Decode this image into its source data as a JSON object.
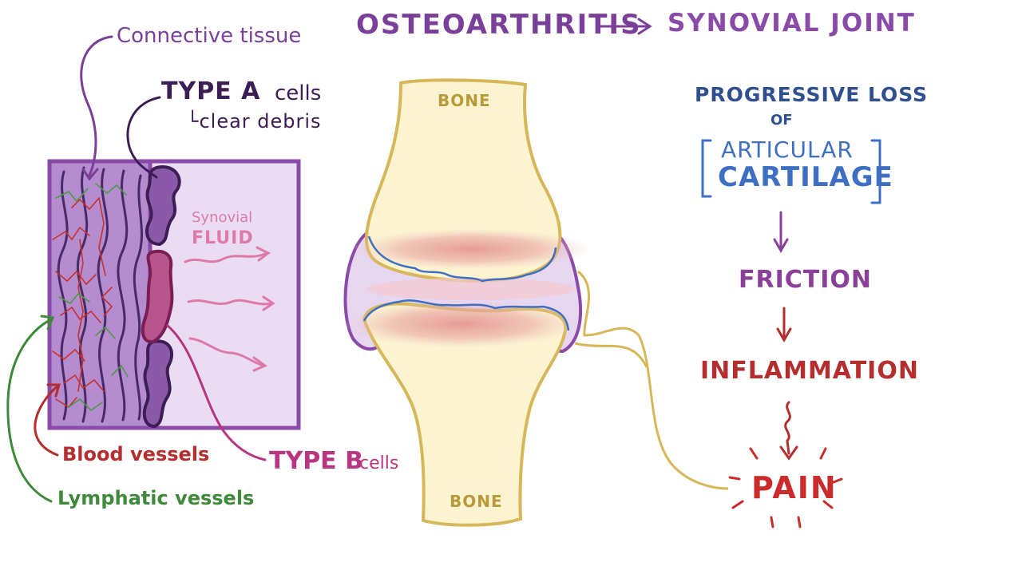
{
  "title": {
    "left": "OSTEOARTHRITIS",
    "right": "SYNOVIAL JOINT"
  },
  "labels": {
    "connective_tissue": "Connective tissue",
    "type_a": "TYPE A",
    "type_a_cells": "cells",
    "clear_debris": "clear debris",
    "synovial": "Synovial",
    "fluid": "FLUID",
    "bone_top": "BONE",
    "bone_bottom": "BONE",
    "blood_vessels": "Blood vessels",
    "lymphatic_vessels": "Lymphatic vessels",
    "type_b": "TYPE B",
    "type_b_cells": "cells"
  },
  "flow": {
    "progressive_loss": "PROGRESSIVE LOSS",
    "of": "OF",
    "articular": "ARTICULAR",
    "cartilage": "CARTILAGE",
    "friction": "FRICTION",
    "inflammation": "INFLAMMATION",
    "pain": "PAIN"
  },
  "colors": {
    "purple": "#7a3f98",
    "dark_purple": "#3d1d55",
    "blue": "#2f4f8f",
    "light_blue": "#3e6fc2",
    "magenta": "#b8357f",
    "red": "#b52d2d",
    "green": "#3f8a3a",
    "yellow": "#d6b85a",
    "bone_fill": "#fcf3d0",
    "cartilage_pink": "#e8a6a6",
    "capsule_fill": "#e6d6f0"
  }
}
